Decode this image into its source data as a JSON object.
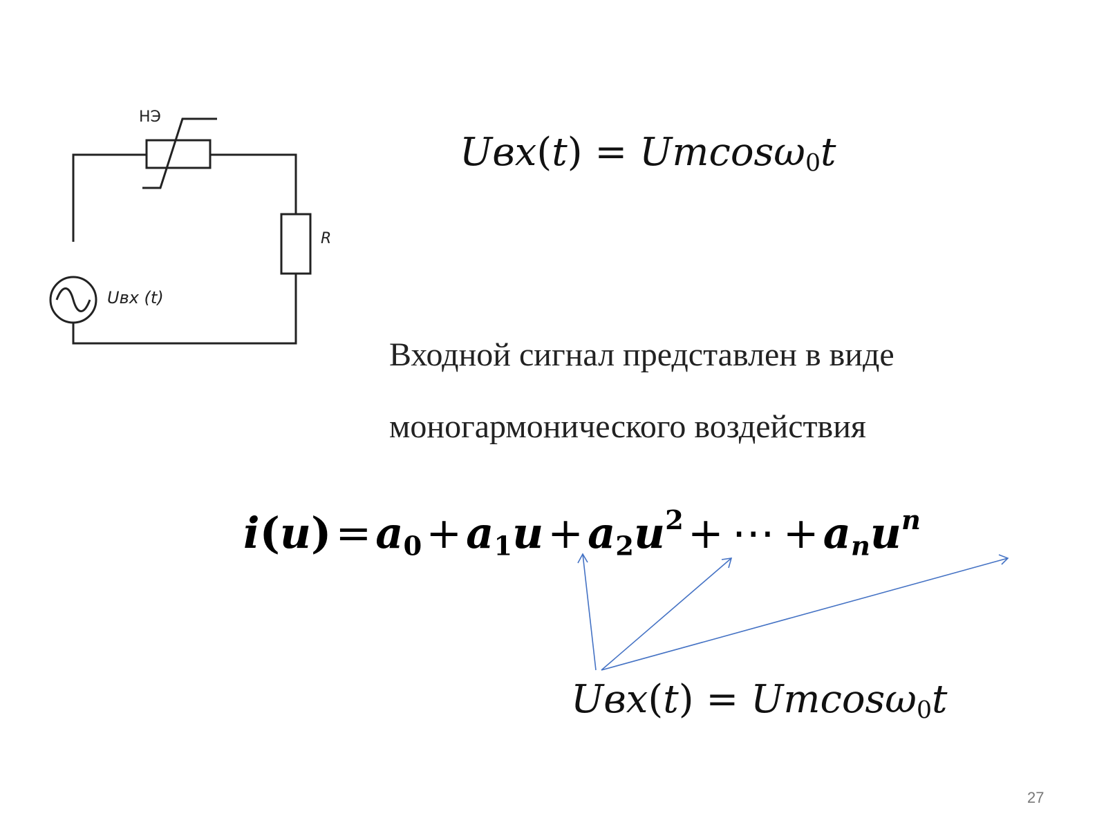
{
  "circuit": {
    "nonlinear_element_label": "НЭ",
    "resistor_label": "R",
    "source_label": "Uвх (t)"
  },
  "formula_top": {
    "u": "U",
    "vx": "вх",
    "arg": "(",
    "t": "t",
    "close": ")",
    "eq": " = ",
    "um": "Umcos",
    "omega": "ω",
    "sub0": "0",
    "t2": "t"
  },
  "description": {
    "line1": "Входной сигнал представлен в виде",
    "line2": "моногармонического воздействия"
  },
  "formula_main": {
    "lhs_i": "i",
    "lhs_open": "(",
    "lhs_u": "u",
    "lhs_close": ")",
    "eq": "=",
    "a": "a",
    "sub0": "0",
    "plus": "+",
    "sub1": "1",
    "u": "u",
    "sub2": "2",
    "pow2": "2",
    "dots": "⋯",
    "subn": "n",
    "pown": "n"
  },
  "formula_bottom": {
    "u": "U",
    "vx": "вх",
    "open": "(",
    "t": "t",
    "close": ")",
    "eq": " = ",
    "um": "Umcos",
    "omega": "ω",
    "sub0": "0",
    "t2": "t"
  },
  "page_number": "27",
  "colors": {
    "arrow": "#4472c4",
    "wire": "#222222"
  }
}
